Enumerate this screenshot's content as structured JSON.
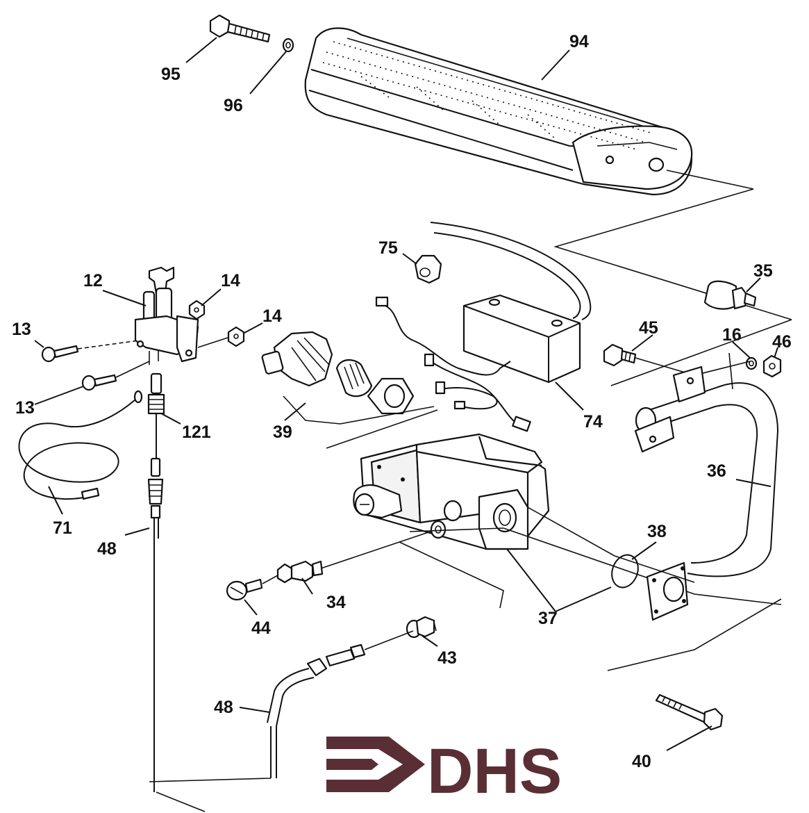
{
  "diagram": {
    "part_labels": {
      "p95": "95",
      "p96": "96",
      "p94": "94",
      "p75": "75",
      "p12": "12",
      "p14a": "14",
      "p14b": "14",
      "p13a": "13",
      "p13b": "13",
      "p121": "121",
      "p39": "39",
      "p74": "74",
      "p35": "35",
      "p45": "45",
      "p16": "16",
      "p46": "46",
      "p36": "36",
      "p71": "71",
      "p48a": "48",
      "p38": "38",
      "p34": "34",
      "p44": "44",
      "p37": "37",
      "p43": "43",
      "p48b": "48",
      "p40": "40"
    },
    "logo": {
      "text": "DHS",
      "color": "#5a2e35"
    }
  }
}
